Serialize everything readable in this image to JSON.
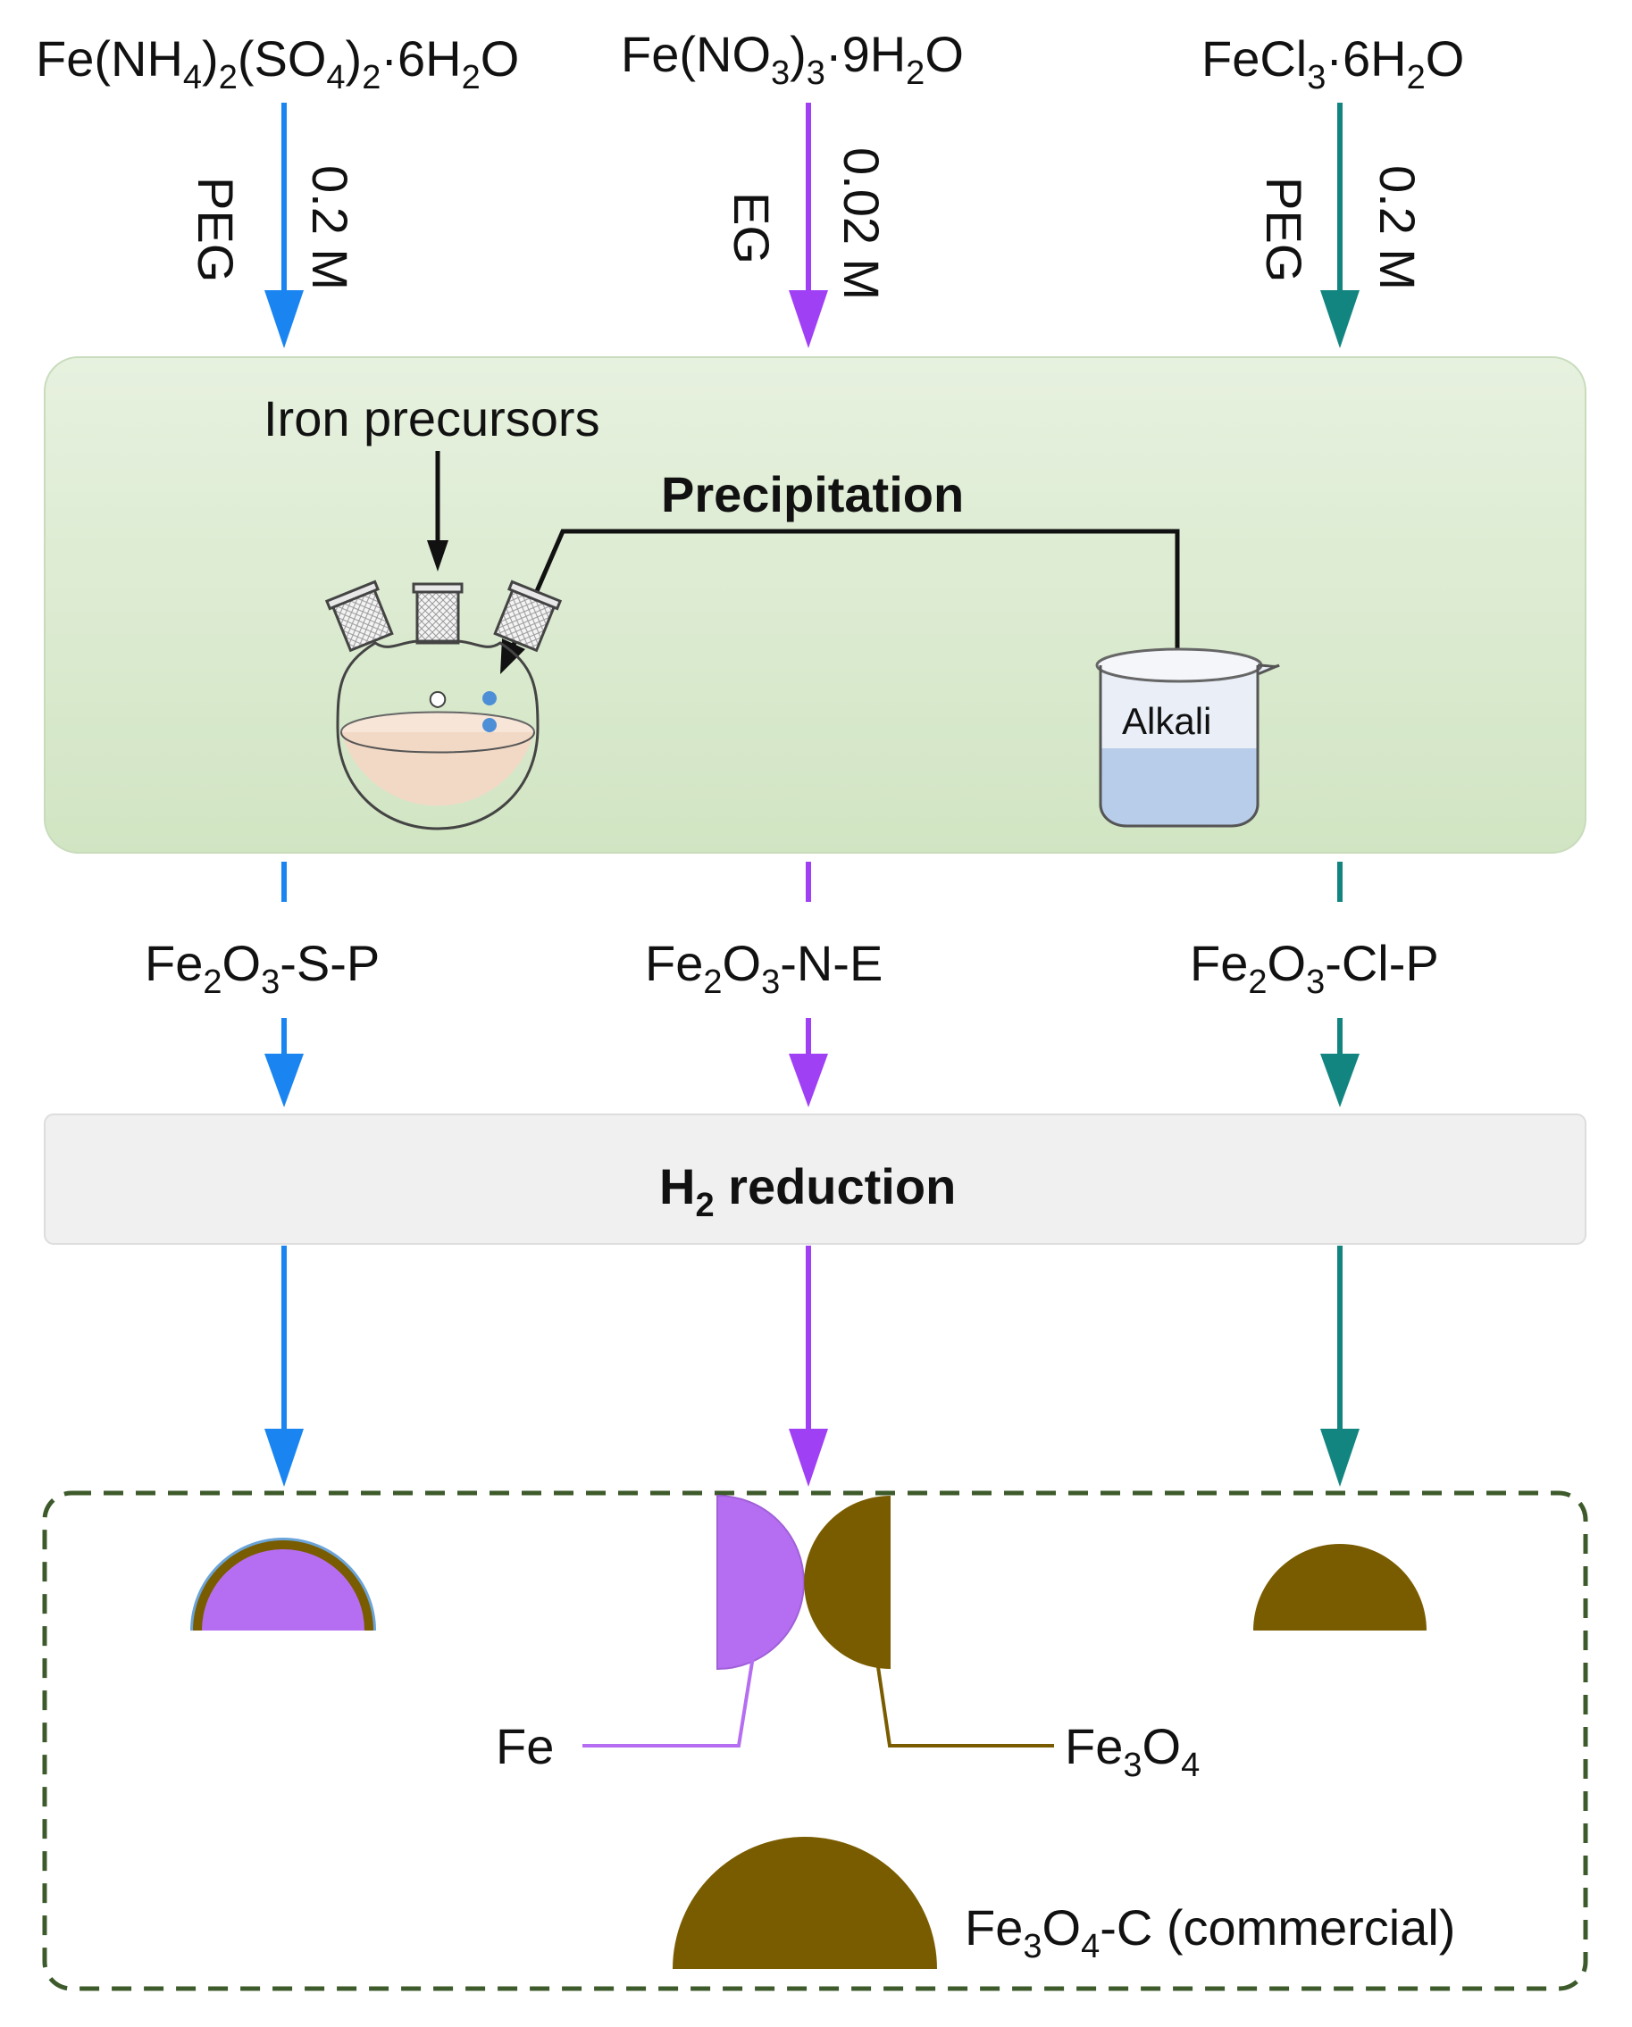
{
  "precursors": [
    {
      "name_parts": [
        "Fe(NH",
        "4",
        ")",
        "2",
        "(SO",
        "4",
        ")",
        "2",
        "·6H",
        "2",
        "O"
      ],
      "solvent": "PEG",
      "concentration": "0.2 M",
      "color": "#1a85f0"
    },
    {
      "name_parts": [
        "Fe(NO",
        "3",
        ")",
        "3",
        "·9H",
        "2",
        "O"
      ],
      "solvent": "EG",
      "concentration": "0.02 M",
      "color": "#a040f5"
    },
    {
      "name_parts": [
        "FeCl",
        "3",
        "·6H",
        "2",
        "O"
      ],
      "solvent": "PEG",
      "concentration": "0.2 M",
      "color": "#138580"
    }
  ],
  "precipitation_box": {
    "iron_precursors_label": "Iron precursors",
    "title": "Precipitation",
    "alkali_label": "Alkali",
    "colors": {
      "box": "#deecd3",
      "flask_liquid": "#f1d9c6",
      "beaker_liquid": "#b8cdea"
    }
  },
  "intermediates": [
    {
      "parts": [
        "Fe",
        "2",
        "O",
        "3",
        "-S-P"
      ]
    },
    {
      "parts": [
        "Fe",
        "2",
        "O",
        "3",
        "-N-E"
      ]
    },
    {
      "parts": [
        "Fe",
        "2",
        "O",
        "3",
        "-Cl-P"
      ]
    }
  ],
  "reduction_box": {
    "title_parts": [
      "H",
      "2",
      " reduction"
    ],
    "color": "#f0f0f0"
  },
  "products": {
    "fe_label": "Fe",
    "fe3o4_parts": [
      "Fe",
      "3",
      "O",
      "4"
    ],
    "commercial_parts": [
      "Fe",
      "3",
      "O",
      "4",
      "-C (commercial)"
    ],
    "colors": {
      "fe": "#b56ef2",
      "fe3o4": "#7a5c00",
      "border": "#3d5a2a"
    }
  }
}
